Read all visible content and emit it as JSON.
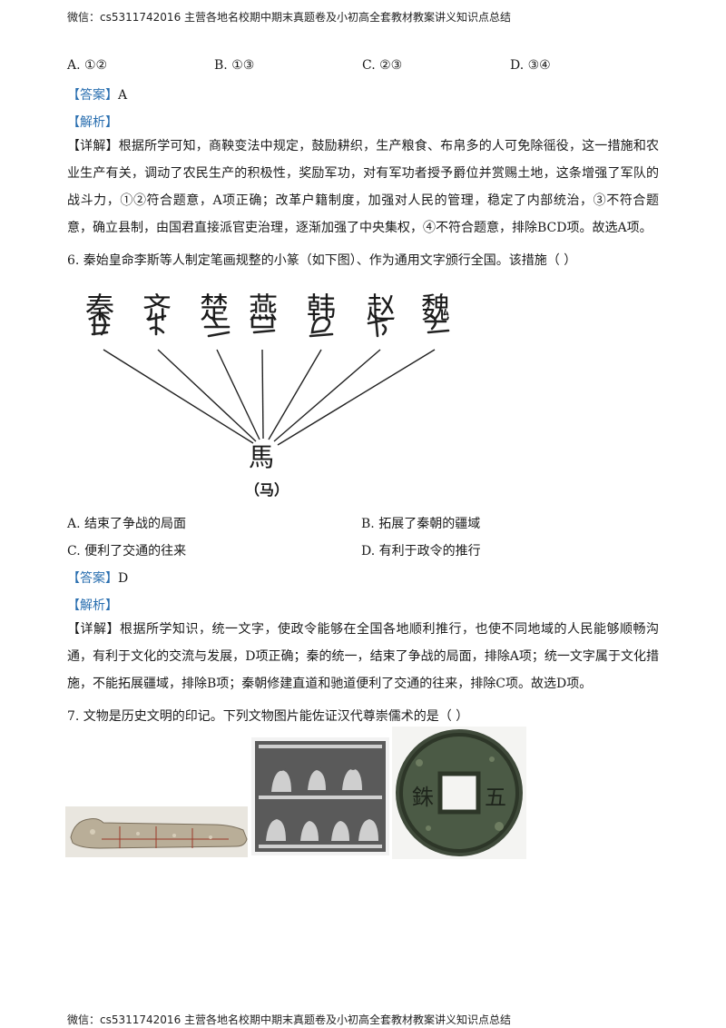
{
  "header": "微信：cs5311742016  主营各地名校期中期末真题卷及小初高全套教材教案讲义知识点总结",
  "footer": "微信：cs5311742016  主营各地名校期中期末真题卷及小初高全套教材教案讲义知识点总结",
  "q5": {
    "options": [
      "A. ①②",
      "B. ①③",
      "C. ②③",
      "D. ③④"
    ],
    "answer_tag": "【答案】",
    "answer": "A",
    "analysis_tag": "【解析】",
    "detail_tag": "【详解】",
    "detail": "根据所学可知，商鞅变法中规定，鼓励耕织，生产粮食、布帛多的人可免除徭役，这一措施和农业生产有关，调动了农民生产的积极性，奖励军功，对有军功者授予爵位并赏赐土地，这条增强了军队的战斗力，①②符合题意，A项正确；改革户籍制度，加强对人民的管理，稳定了内部统治，③不符合题意，确立县制，由国君直接派官吏治理，逐渐加强了中央集权，④不符合题意，排除BCD项。故选A项。"
  },
  "q6": {
    "stem": "6. 秦始皇命李斯等人制定笔画规整的小篆（如下图）、作为通用文字颁行全国。该措施（      ）",
    "states": [
      "秦",
      "齐",
      "楚",
      "燕",
      "韩",
      "赵",
      "魏"
    ],
    "center_glyph": "馬",
    "caption": "（马）",
    "options": [
      "A. 结束了争战的局面",
      "B. 拓展了秦朝的疆域",
      "C. 便利了交通的往来",
      "D. 有利于政令的推行"
    ],
    "answer_tag": "【答案】",
    "answer": "D",
    "analysis_tag": "【解析】",
    "detail_tag": "【详解】",
    "detail": "根据所学知识，统一文字，使政令能够在全国各地顺利推行，也使不同地域的人民能够顺畅沟通，有利于文化的交流与发展，D项正确；秦的统一，结束了争战的局面，排除A项；统一文字属于文化措施，不能拓展疆域，排除B项；秦朝修建直道和驰道便利了交通的往来，排除C项。故选D项。"
  },
  "q7": {
    "stem": "7. 文物是历史文明的印记。下列文物图片能佐证汉代尊崇儒术的是（      ）",
    "coin_chars": [
      "五",
      "銖"
    ]
  }
}
